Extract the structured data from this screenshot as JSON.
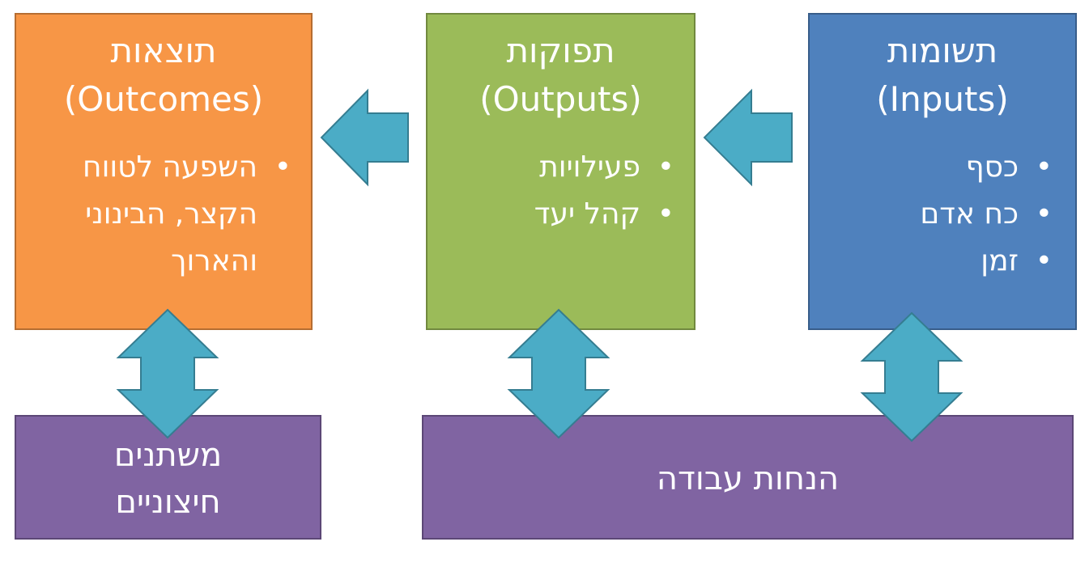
{
  "colors": {
    "inputs_fill": "#4f81bd",
    "inputs_border": "#385d8a",
    "outputs_fill": "#9bbb59",
    "outputs_border": "#71893f",
    "outcomes_fill": "#f79646",
    "outcomes_border": "#b66d31",
    "bottom_fill": "#8064a2",
    "bottom_border": "#5c4776",
    "arrow_fill": "#4bacc6",
    "arrow_border": "#357d91"
  },
  "inputs": {
    "title_he": "תשומות",
    "title_en": "(Inputs)",
    "items": [
      "כסף",
      "כח אדם",
      "זמן"
    ],
    "bullet": "•"
  },
  "outputs": {
    "title_he": "תפוקות",
    "title_en": "(Outputs)",
    "items": [
      "פעילויות",
      "קהל יעד"
    ],
    "bullet": "•"
  },
  "outcomes": {
    "title_he": "תוצאות",
    "title_en": "(Outcomes)",
    "items": [
      "השפעה לטווח",
      "הקצר, הבינוני",
      "והארוך"
    ],
    "bullet": "•"
  },
  "external_factors": {
    "line1": "משתנים",
    "line2": "חיצוניים"
  },
  "assumptions": {
    "label": "הנחות עבודה"
  },
  "icons": {
    "arrow_left": "left-block-arrow-icon",
    "arrow_updown": "up-down-block-arrow-icon"
  }
}
